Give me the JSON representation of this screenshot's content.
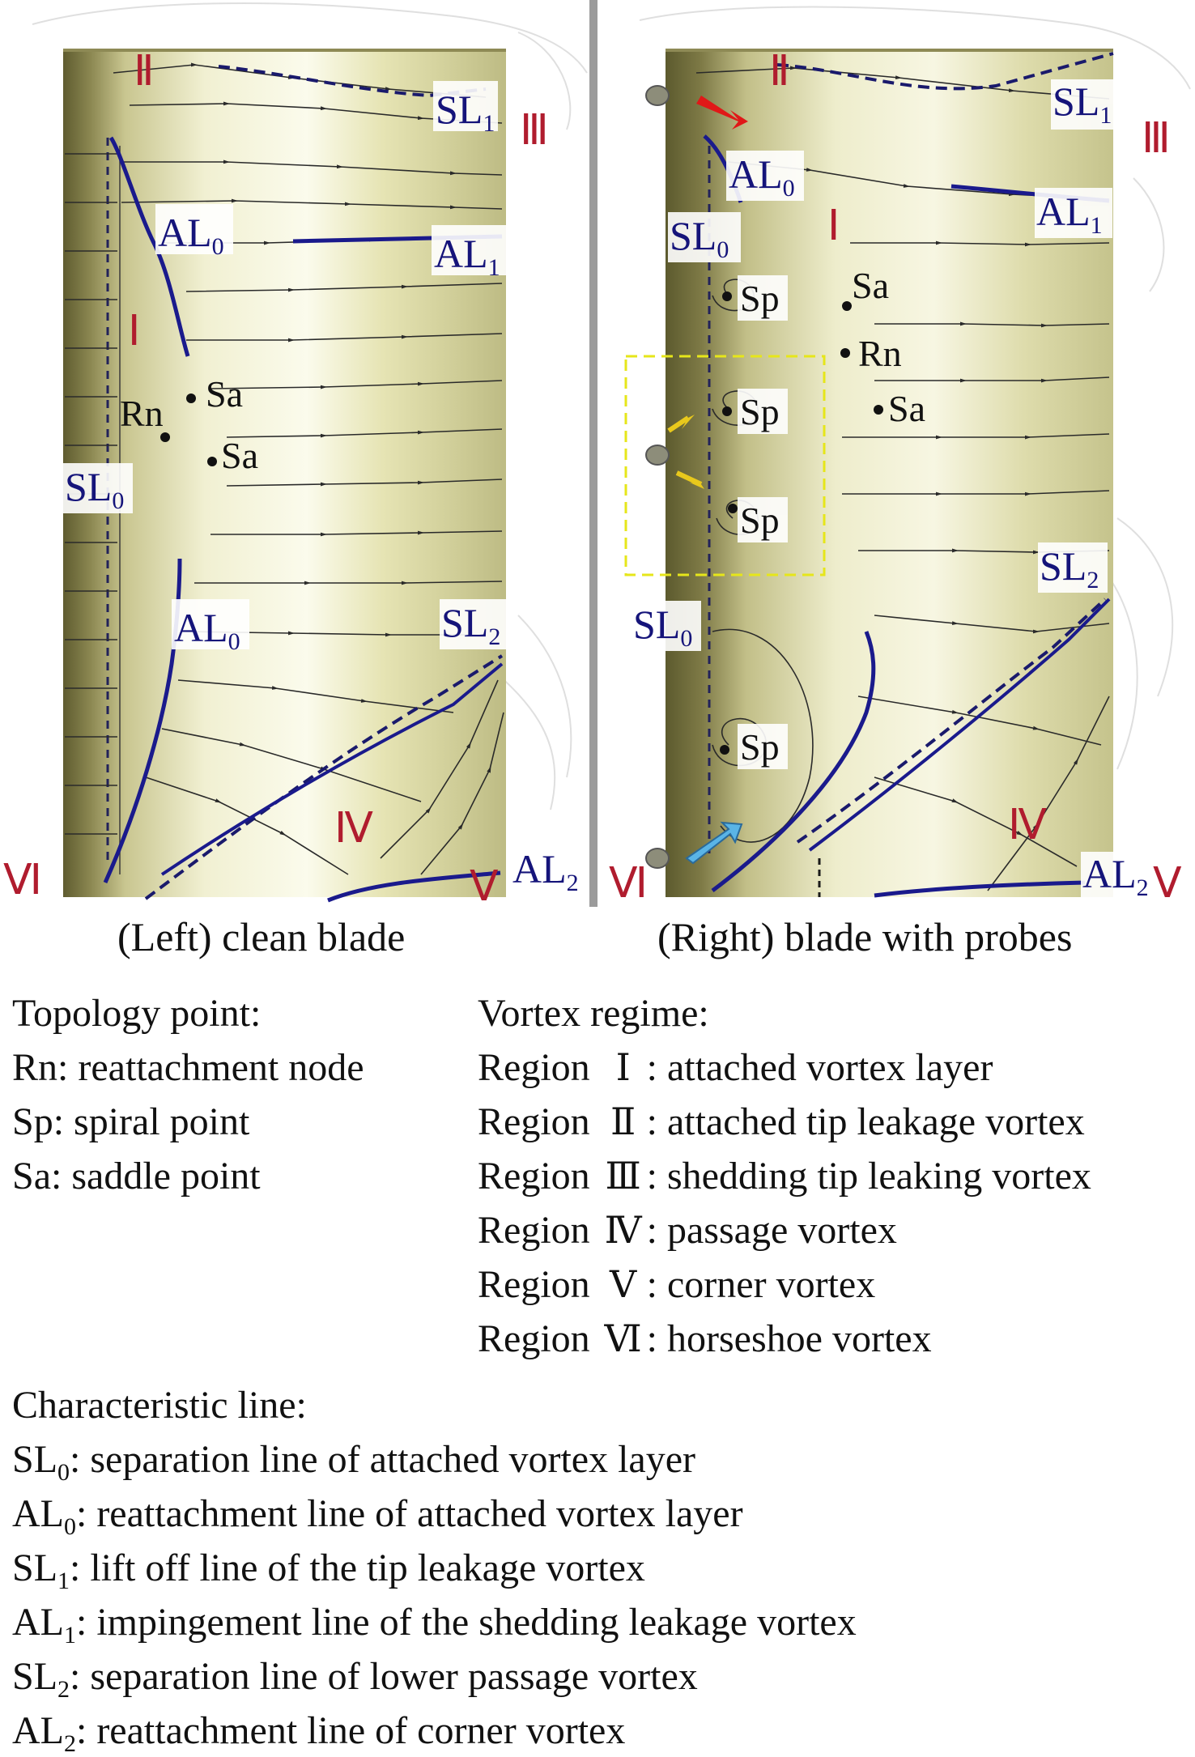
{
  "panels": {
    "left": {
      "caption": "(Left) clean blade",
      "regions": [
        "Ⅰ",
        "Ⅱ",
        "Ⅲ",
        "Ⅳ",
        "Ⅴ",
        "Ⅵ"
      ],
      "lines": [
        {
          "base": "SL",
          "sub": "1"
        },
        {
          "base": "AL",
          "sub": "0"
        },
        {
          "base": "AL",
          "sub": "1"
        },
        {
          "base": "SL",
          "sub": "0"
        },
        {
          "base": "AL",
          "sub": "0"
        },
        {
          "base": "SL",
          "sub": "2"
        },
        {
          "base": "AL",
          "sub": "2"
        }
      ],
      "points": [
        "Sa",
        "Rn",
        "Sa"
      ]
    },
    "right": {
      "caption": "(Right) blade with probes",
      "regions": [
        "Ⅰ",
        "Ⅱ",
        "Ⅲ",
        "Ⅳ",
        "Ⅴ",
        "Ⅵ"
      ],
      "lines": [
        {
          "base": "SL",
          "sub": "1"
        },
        {
          "base": "AL",
          "sub": "0"
        },
        {
          "base": "SL",
          "sub": "0"
        },
        {
          "base": "AL",
          "sub": "1"
        },
        {
          "base": "SL",
          "sub": "2"
        },
        {
          "base": "SL",
          "sub": "0"
        },
        {
          "base": "AL",
          "sub": "2"
        }
      ],
      "points": [
        "Sp",
        "Sa",
        "Rn",
        "Sp",
        "Sa",
        "Sp",
        "Sp"
      ]
    }
  },
  "legend": {
    "topology": {
      "heading": "Topology point:",
      "items": [
        "Rn: reattachment node",
        "Sp: spiral point",
        "Sa: saddle point"
      ]
    },
    "vortex": {
      "heading": "Vortex regime:",
      "items": [
        {
          "region": "Region",
          "numeral": "Ⅰ",
          "desc": ": attached vortex layer"
        },
        {
          "region": "Region",
          "numeral": "Ⅱ",
          "desc": ": attached tip leakage vortex"
        },
        {
          "region": "Region",
          "numeral": "Ⅲ",
          "desc": ": shedding tip leaking vortex"
        },
        {
          "region": "Region",
          "numeral": "Ⅳ",
          "desc": ": passage vortex"
        },
        {
          "region": "Region",
          "numeral": "Ⅴ",
          "desc": ": corner vortex"
        },
        {
          "region": "Region",
          "numeral": "Ⅵ",
          "desc": ": horseshoe vortex"
        }
      ]
    },
    "characteristic": {
      "heading": "Characteristic line:",
      "items": [
        {
          "base": "SL",
          "sub": "0",
          "desc": ": separation line of attached vortex layer"
        },
        {
          "base": "AL",
          "sub": "0",
          "desc": ": reattachment line of attached vortex layer"
        },
        {
          "base": "SL",
          "sub": "1",
          "desc": ": lift off line of the tip leakage vortex"
        },
        {
          "base": "AL",
          "sub": "1",
          "desc": ": impingement line of the shedding leakage vortex"
        },
        {
          "base": "SL",
          "sub": "2",
          "desc": ": separation line of lower passage vortex"
        },
        {
          "base": "AL",
          "sub": "2",
          "desc": ": reattachment line of corner vortex"
        }
      ]
    }
  },
  "colors": {
    "region_label": "#b01c2e",
    "line_label": "#15147a",
    "blade_dark": "#6e6b3c",
    "blade_light": "#f2f1d6",
    "streamline": "#2a2a2a",
    "separation": "#1a1a8c",
    "probe_box": "#e6e61a",
    "arrow_red": "#e01818",
    "arrow_yellow": "#e8c81c",
    "arrow_blue": "#5ab4e6"
  }
}
